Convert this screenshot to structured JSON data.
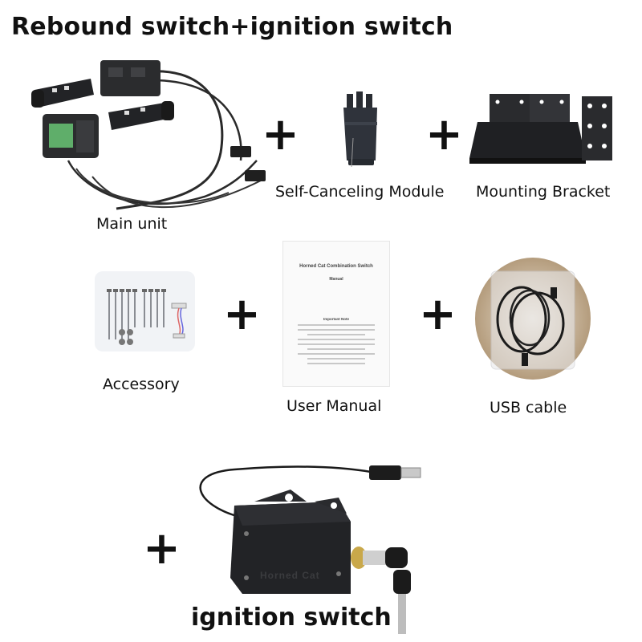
{
  "title": "Rebound switch+ignition switch",
  "items": {
    "main_unit": {
      "label": "Main unit",
      "icon": "combination-switch-icon"
    },
    "self_canceling_module": {
      "label": "Self-Canceling Module",
      "icon": "module-icon"
    },
    "mounting_bracket": {
      "label": "Mounting Bracket",
      "icon": "bracket-icon"
    },
    "accessory": {
      "label": "Accessory",
      "icon": "screws-icon"
    },
    "user_manual": {
      "label": "User Manual",
      "icon": "manual-icon",
      "doc_title": "Horned Cat Combination Switch",
      "doc_subtitle": "Manual",
      "doc_heading": "Important Note"
    },
    "usb_cable": {
      "label": "USB cable",
      "icon": "usb-cable-icon"
    },
    "ignition_switch": {
      "label": "ignition switch",
      "icon": "ignition-box-icon",
      "brand": "Horned Cat"
    }
  },
  "plus_sign": "+",
  "colors": {
    "text": "#111111",
    "product_dark": "#222326",
    "connector_green": "#5fae6a",
    "background": "#ffffff"
  }
}
